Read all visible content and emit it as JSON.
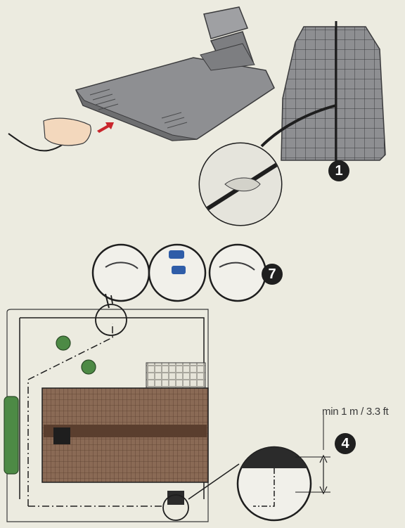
{
  "callouts": {
    "step_1": "1",
    "step_7": "7",
    "step_4": "4",
    "distance_label": "min 1 m / 3.3 ft"
  },
  "colors": {
    "background": "#ecebe0",
    "station_gray": "#8e8f92",
    "station_dark": "#6d6e70",
    "house_roof": "#7a5a46",
    "lawn_edge": "#3a3a3a",
    "shrub_green": "#4d8a45"
  },
  "icons": {
    "charging_station": "charging-station-icon",
    "hand": "hand-icon",
    "arrow": "red-arrow-icon",
    "house": "house-roof-icon",
    "shrub": "shrub-icon",
    "magnifier": "zoom-circle-icon"
  }
}
